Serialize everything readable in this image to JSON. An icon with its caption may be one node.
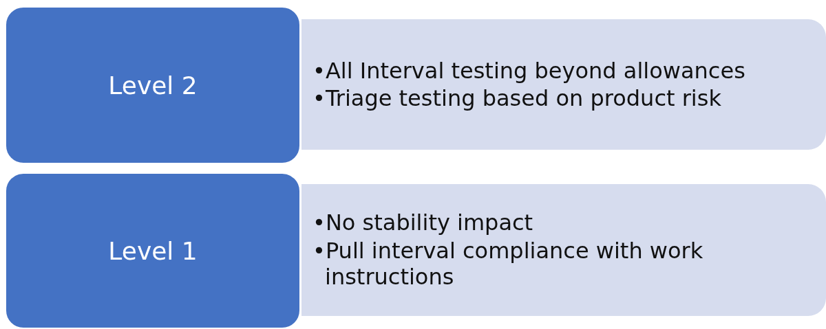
{
  "diagram": {
    "nodes": [
      {
        "text": [
          "Level 2"
        ]
      },
      {
        "text": [
          "•All Interval testing beyond allowances",
          "•Triage testing based on product risk"
        ]
      },
      {
        "text": [
          "Level 1"
        ]
      },
      {
        "text": [
          "•No stability impact",
          "•Pull interval compliance with work instructions"
        ]
      }
    ],
    "edges": []
  }
}
